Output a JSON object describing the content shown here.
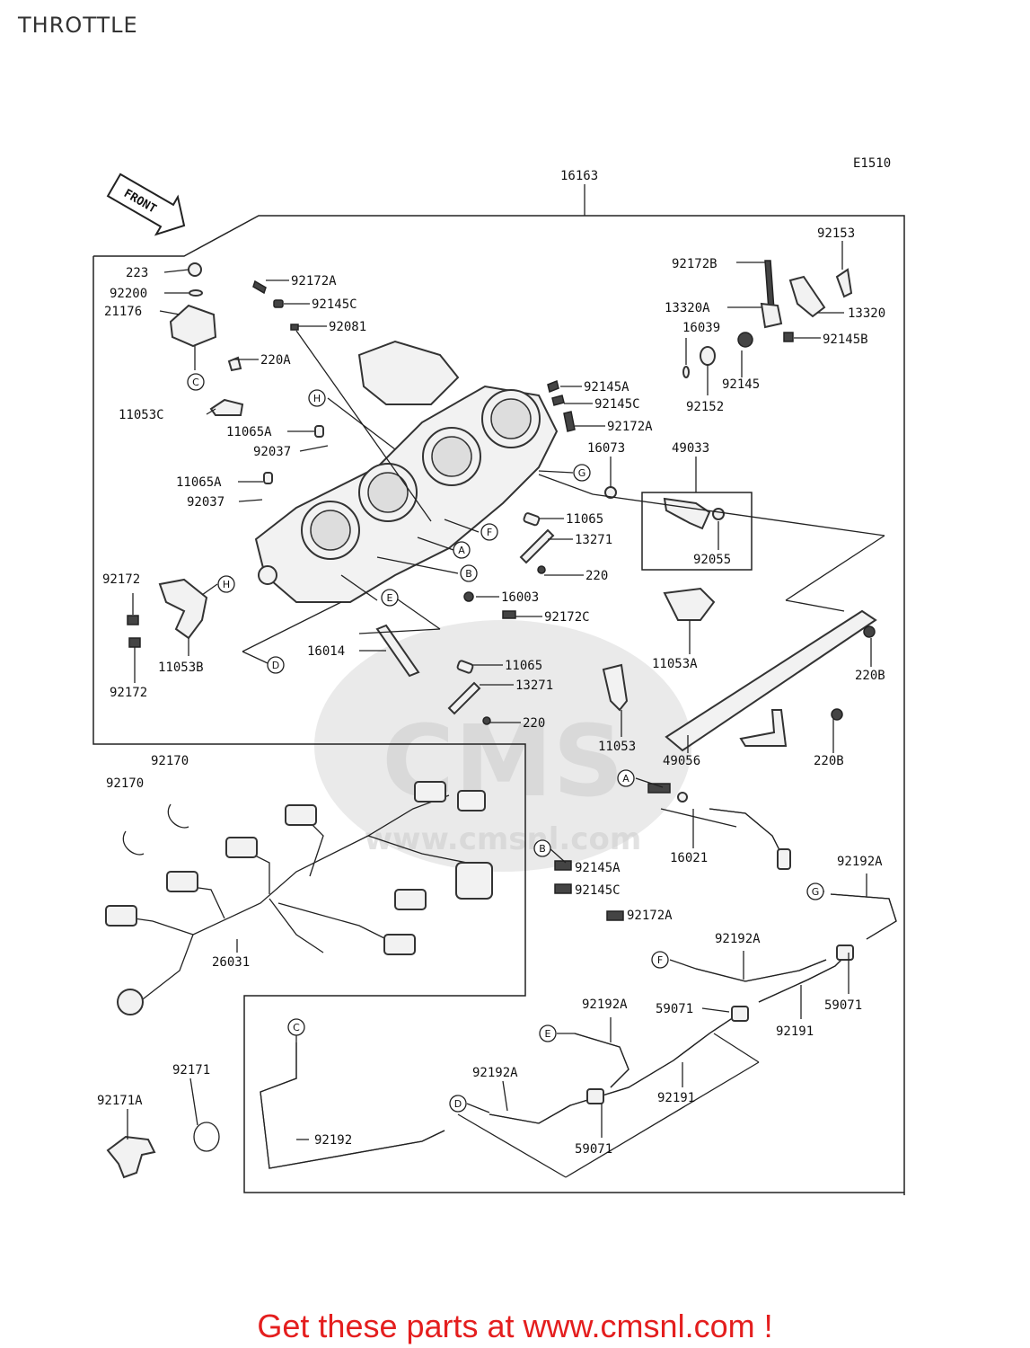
{
  "title": "THROTTLE",
  "diagram_code": "E1510",
  "front_label": "FRONT",
  "watermark": "www.cmsnl.com",
  "watermark_logo": "CMS",
  "footer": "Get these parts at www.cmsnl.com !",
  "parts": [
    "16163",
    "92153",
    "92172B",
    "13320A",
    "13320",
    "16039",
    "92145B",
    "92145",
    "92152",
    "223",
    "92200",
    "21176",
    "220A",
    "11053C",
    "92172A",
    "92145C",
    "92081",
    "92145A",
    "92145C",
    "92172A",
    "16073",
    "49033",
    "92055",
    "11065A",
    "92037",
    "11065A",
    "92037",
    "11065",
    "13271",
    "220",
    "16003",
    "92172C",
    "92172",
    "11053B",
    "92172",
    "16014",
    "11065",
    "13271",
    "220",
    "11053A",
    "220B",
    "11053",
    "49056",
    "220B",
    "16021",
    "92145A",
    "92145C",
    "92172A",
    "92170",
    "92170",
    "26031",
    "92192A",
    "92192A",
    "59071",
    "92191",
    "92192A",
    "59071",
    "92192A",
    "92191",
    "59071",
    "92171",
    "92171A",
    "92192"
  ],
  "callouts": [
    "C",
    "H",
    "G",
    "A",
    "F",
    "B",
    "E",
    "H",
    "D",
    "A",
    "B",
    "G",
    "F",
    "E",
    "C",
    "D"
  ]
}
